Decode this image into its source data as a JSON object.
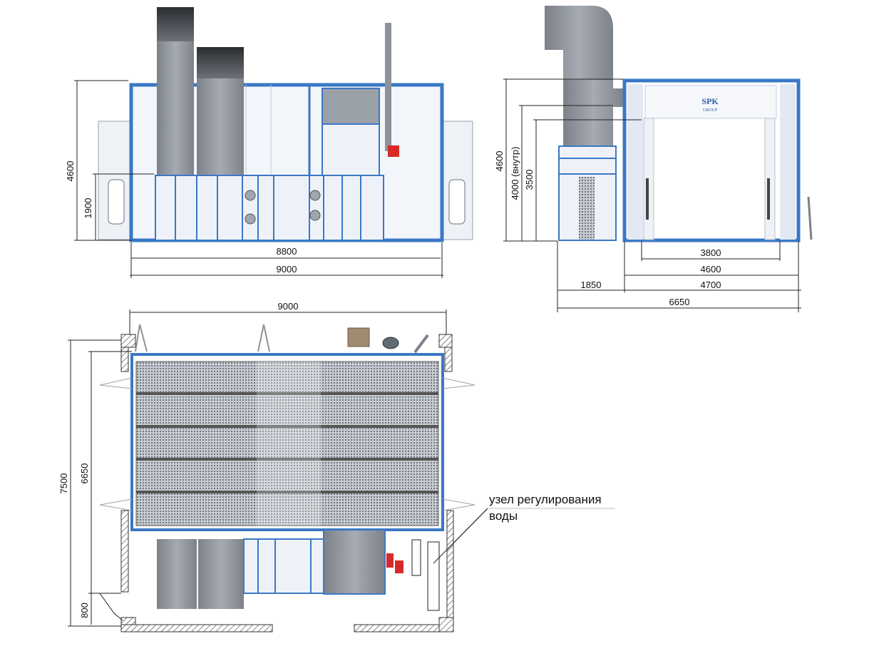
{
  "front_view": {
    "height_total": "4600",
    "height_lower": "1900",
    "width_inner": "8800",
    "width_outer": "9000"
  },
  "side_view": {
    "height_total": "4600",
    "height_inner": "4000 (внутр)",
    "height_door": "3500",
    "width_door": "3800",
    "width_frame": "4600",
    "width_cabin": "4700",
    "width_unit": "1850",
    "width_total": "6650",
    "logo_text": "SPK",
    "logo_sub": "GROUP"
  },
  "plan_view": {
    "width_top": "9000",
    "depth_total": "7500",
    "depth_cabin": "6650",
    "depth_service": "800",
    "note_line1": "узел регулирования",
    "note_line2": "воды"
  },
  "colors": {
    "frame_blue": "#3a78c6",
    "panel": "#e9eef6",
    "duct_gray": "#8d9299",
    "burner_red": "#d62a2a"
  }
}
